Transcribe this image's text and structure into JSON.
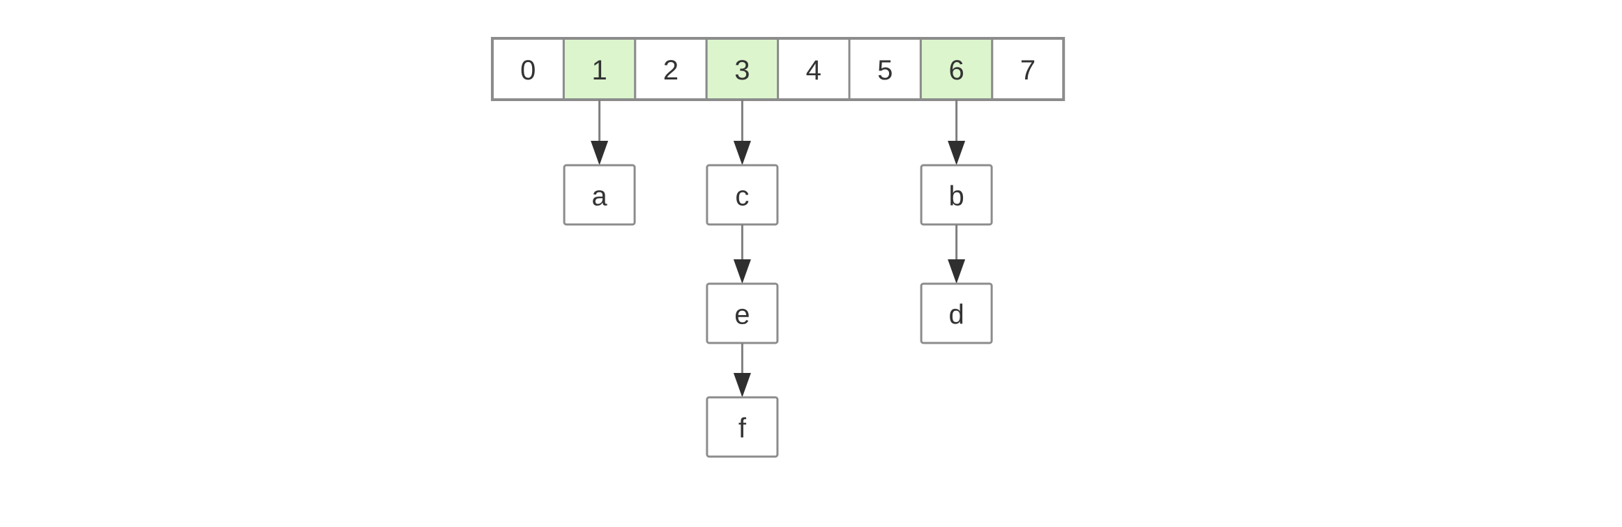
{
  "page": {
    "background": "#ffffff"
  },
  "diagram": {
    "type": "hash-table-separate-chaining",
    "colors": {
      "cell_fill": "#ffffff",
      "highlight_fill": "#dcf5cd",
      "border": "#8c8c8c",
      "edge_line": "#7f7f7f",
      "arrowhead": "#2f2f2f",
      "text": "#333333"
    },
    "array": {
      "cells": [
        {
          "index": 0,
          "label": "0",
          "highlighted": false
        },
        {
          "index": 1,
          "label": "1",
          "highlighted": true
        },
        {
          "index": 2,
          "label": "2",
          "highlighted": false
        },
        {
          "index": 3,
          "label": "3",
          "highlighted": true
        },
        {
          "index": 4,
          "label": "4",
          "highlighted": false
        },
        {
          "index": 5,
          "label": "5",
          "highlighted": false
        },
        {
          "index": 6,
          "label": "6",
          "highlighted": true
        },
        {
          "index": 7,
          "label": "7",
          "highlighted": false
        }
      ]
    },
    "chains": [
      {
        "bucket": 1,
        "items": [
          "a"
        ]
      },
      {
        "bucket": 3,
        "items": [
          "c",
          "e",
          "f"
        ]
      },
      {
        "bucket": 6,
        "items": [
          "b",
          "d"
        ]
      }
    ]
  }
}
